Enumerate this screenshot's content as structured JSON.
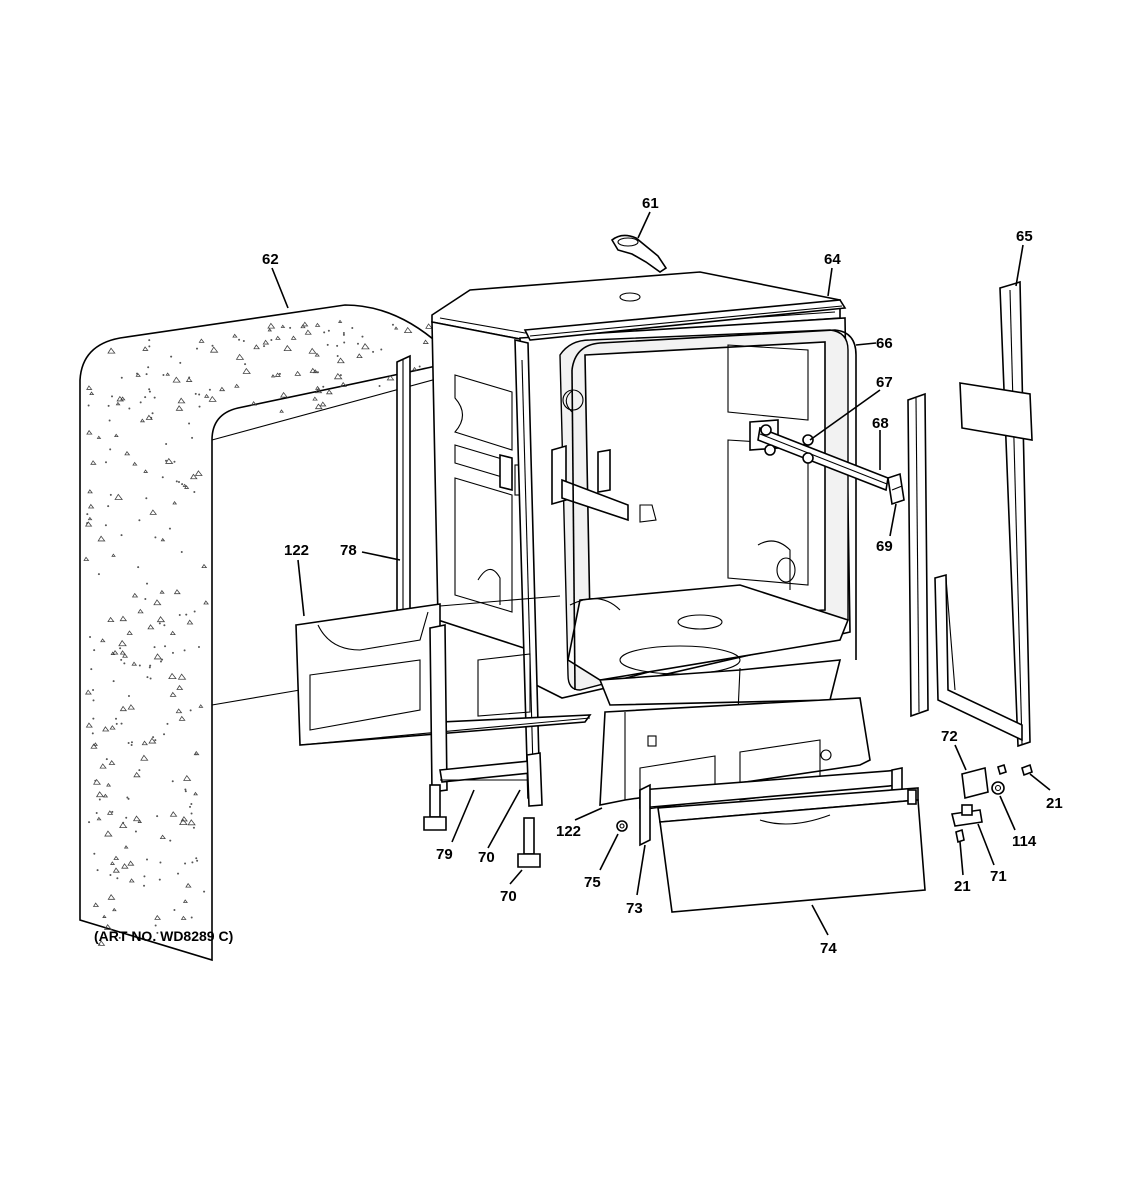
{
  "art_number": "(ART NO. WD8289 C)",
  "callouts": {
    "p61": "61",
    "p62": "62",
    "p64": "64",
    "p65": "65",
    "p66": "66",
    "p67": "67",
    "p68": "68",
    "p69": "69",
    "p78": "78",
    "p122a": "122",
    "p72": "72",
    "p21a": "21",
    "p114": "114",
    "p71": "71",
    "p21b": "21",
    "p79": "79",
    "p70a": "70",
    "p70b": "70",
    "p122b": "122",
    "p75": "75",
    "p73": "73",
    "p74": "74"
  }
}
